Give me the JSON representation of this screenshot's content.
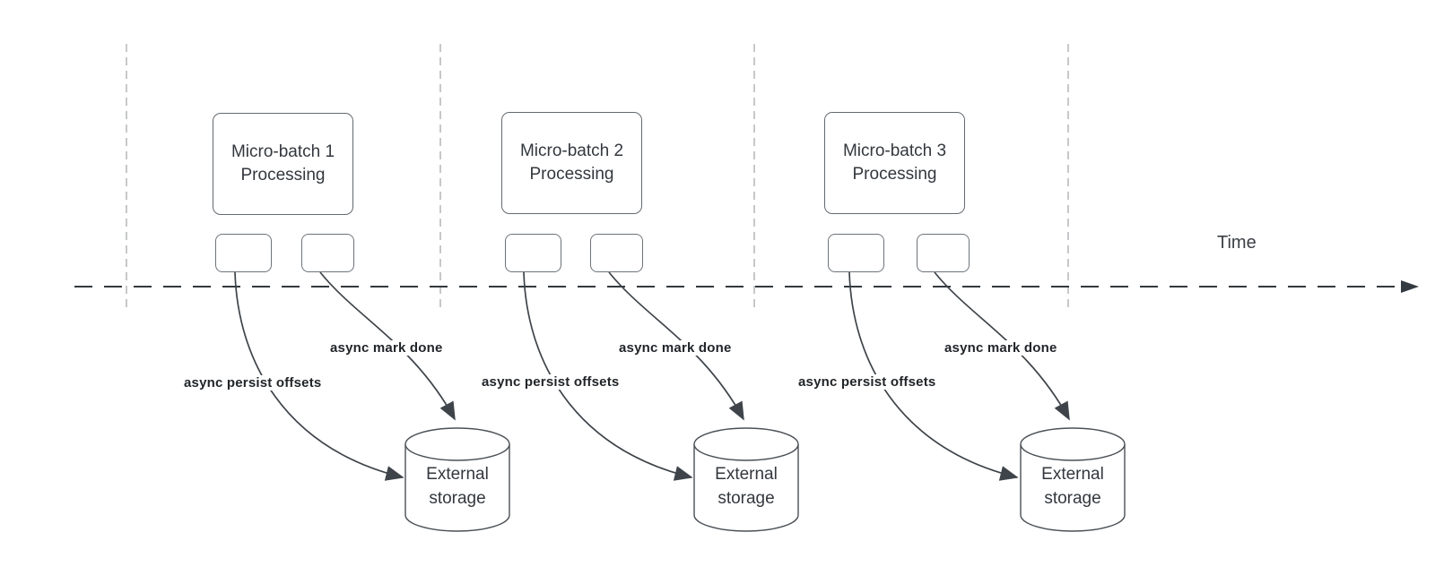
{
  "diagram": {
    "time_axis": {
      "label": "Time"
    },
    "sections": [
      {
        "batch_box": {
          "line1": "Micro-batch 1",
          "line2": "Processing"
        },
        "persist_arrow_label": "async persist offsets",
        "mark_arrow_label": "async mark done",
        "storage": {
          "line1": "External",
          "line2": "storage"
        }
      },
      {
        "batch_box": {
          "line1": "Micro-batch 2",
          "line2": "Processing"
        },
        "persist_arrow_label": "async persist offsets",
        "mark_arrow_label": "async mark done",
        "storage": {
          "line1": "External",
          "line2": "storage"
        }
      },
      {
        "batch_box": {
          "line1": "Micro-batch 3",
          "line2": "Processing"
        },
        "persist_arrow_label": "async persist offsets",
        "mark_arrow_label": "async mark done",
        "storage": {
          "line1": "External",
          "line2": "storage"
        }
      }
    ],
    "colors": {
      "arrow_stroke": "#3e444a",
      "timeline_stroke": "#33383d",
      "separator_stroke": "#b3b6b9",
      "box_border": "#646a70",
      "text": "#33383e",
      "label_text": "#212529"
    }
  }
}
